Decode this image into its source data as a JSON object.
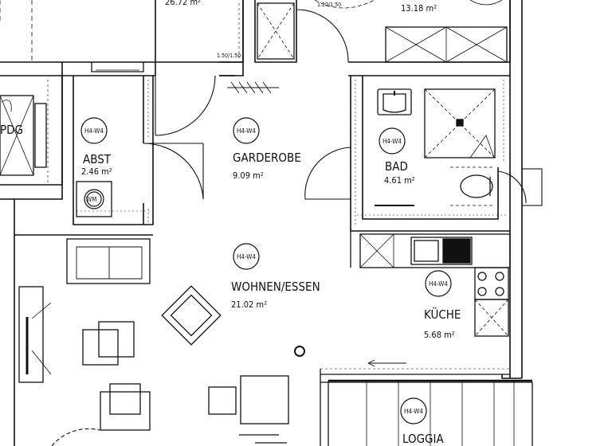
{
  "rooms": {
    "abst": {
      "tag": "H4-W4",
      "name": "ABST",
      "area": "2.46 m²"
    },
    "garderobe": {
      "tag": "H4-W4",
      "name": "GARDEROBE",
      "area": "9.09 m²"
    },
    "bad": {
      "tag": "H4-W4",
      "name": "BAD",
      "area": "4.61 m²"
    },
    "wohnen": {
      "tag": "H4-W4",
      "name": "WOHNEN/ESSEN",
      "area": "21.02 m²"
    },
    "kueche": {
      "tag": "H4-W4",
      "name": "KÜCHE",
      "area": "5.68 m²"
    },
    "loggia": {
      "tag": "H4-W4",
      "name": "LOGGIA"
    }
  },
  "partial_labels": {
    "top_left_area": "26.72 m²",
    "top_right_area": "13.18 m²",
    "left_room_name": "PDG"
  },
  "dimensions": {
    "door_top_left": "1.50/1.50",
    "door_top_mid": "1.20/1.50"
  },
  "symbols": {
    "washing_machine": "WM"
  },
  "colors": {
    "line": "#111111",
    "background": "#ffffff"
  }
}
